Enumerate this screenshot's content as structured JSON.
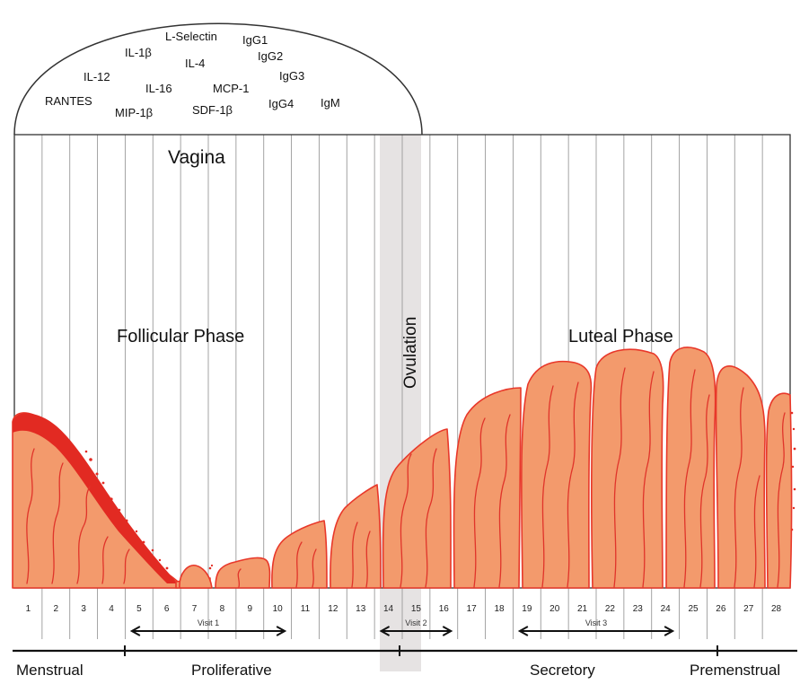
{
  "molecules": [
    "L-Selectin",
    "IL-1β",
    "IgG1",
    "IgG2",
    "IL-4",
    "IL-12",
    "IgG3",
    "IL-16",
    "MCP-1",
    "RANTES",
    "IgG4",
    "IgM",
    "MIP-1β",
    "SDF-1β"
  ],
  "region_label": "Vagina",
  "phase_follicular": "Follicular Phase",
  "phase_luteal": "Luteal Phase",
  "ovulation_label": "Ovulation",
  "days": [
    "1",
    "2",
    "3",
    "4",
    "5",
    "6",
    "7",
    "8",
    "9",
    "10",
    "11",
    "12",
    "13",
    "14",
    "15",
    "16",
    "17",
    "18",
    "19",
    "20",
    "21",
    "22",
    "23",
    "24",
    "25",
    "26",
    "27",
    "28"
  ],
  "visits": [
    {
      "label": "Visit 1",
      "from_day": 5,
      "to_day": 10
    },
    {
      "label": "Visit 2",
      "from_day": 14,
      "to_day": 16
    },
    {
      "label": "Visit 3",
      "from_day": 19,
      "to_day": 24
    }
  ],
  "stages": [
    "Menstrual",
    "Proliferative",
    "Secretory",
    "Premenstrual"
  ],
  "colors": {
    "tissue_fill": "#f39a6c",
    "tissue_outline": "#e8382a",
    "menstrual_blood": "#e22a22",
    "ovulation_band": "#e6e3e3"
  }
}
